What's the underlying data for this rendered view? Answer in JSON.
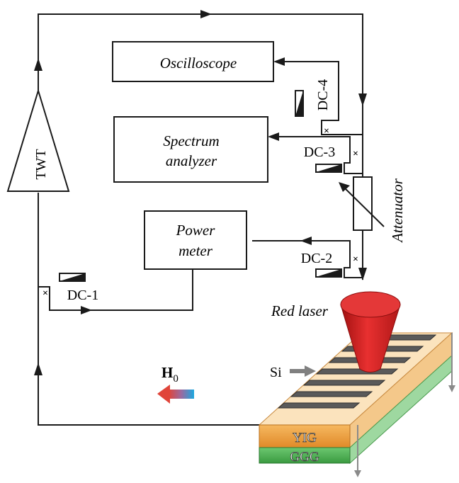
{
  "blocks": {
    "oscilloscope": "Oscilloscope",
    "spectrum_line1": "Spectrum",
    "spectrum_line2": "analyzer",
    "power_line1": "Power",
    "power_line2": "meter",
    "twt": "TWT",
    "attenuator": "Attenuator"
  },
  "couplers": {
    "dc1": "DC-1",
    "dc2": "DC-2",
    "dc3": "DC-3",
    "dc4": "DC-4"
  },
  "sample": {
    "red_laser": "Red laser",
    "si": "Si",
    "yig": "YIG",
    "ggg": "GGG",
    "field_symbol": "H",
    "field_subscript": "0"
  },
  "colors": {
    "line": "#1a1a1a",
    "laser": "#d42020",
    "yig": "#f0a040",
    "ggg": "#4cb050",
    "strip": "#555555"
  },
  "markers": {
    "cross": "×"
  }
}
